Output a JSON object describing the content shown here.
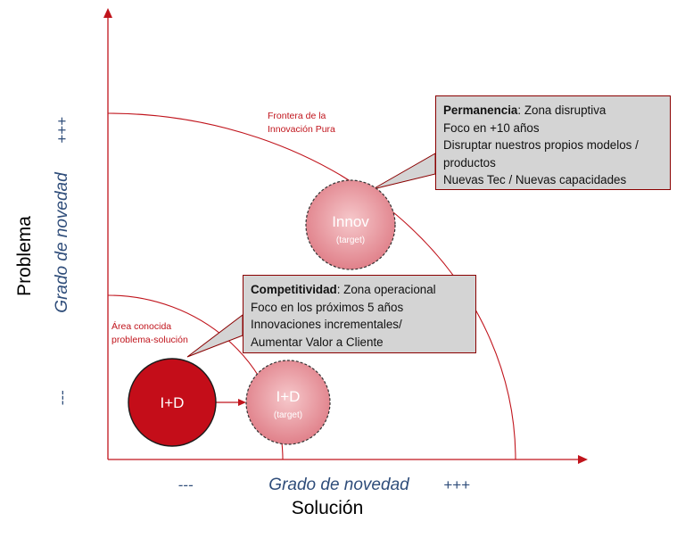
{
  "colors": {
    "axis": "#c0141c",
    "curve": "#c0141c",
    "label_red": "#c0141c",
    "novelty_blue": "#2f4d7a",
    "callout_fill": "#d4d4d4",
    "callout_border": "#8a0000",
    "id_fill": "#c40d19",
    "target_fill": "#e48890"
  },
  "axes": {
    "y_title": "Problema",
    "y_novelty": "Grado de novedad",
    "y_high": "+++",
    "y_low": "---",
    "x_title": "Solución",
    "x_novelty": "Grado de novedad",
    "x_high": "+++",
    "x_low": "---"
  },
  "curves": {
    "outer_label_line1": "Frontera de la",
    "outer_label_line2": "Innovación Pura",
    "inner_label_line1": "Área conocida",
    "inner_label_line2": "problema-solución"
  },
  "circles": {
    "innov": {
      "label": "Innov",
      "sub": "(target)"
    },
    "id_target": {
      "label": "I+D",
      "sub": "(target)"
    },
    "id": {
      "label": "I+D"
    }
  },
  "callouts": {
    "permanencia": {
      "title": "Permanencia",
      "title_rest": ": Zona disruptiva",
      "lines": [
        "Foco en +10 años",
        "Disruptar nuestros propios modelos /",
        "productos",
        "Nuevas Tec / Nuevas capacidades"
      ]
    },
    "competitividad": {
      "title": "Competitividad",
      "title_rest": ": Zona operacional",
      "lines": [
        "Foco en los próximos  5 años",
        "Innovaciones incrementales/",
        "Aumentar Valor a Cliente"
      ]
    }
  }
}
